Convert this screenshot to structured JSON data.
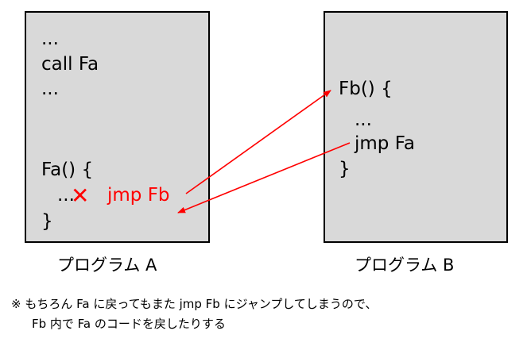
{
  "program_a": {
    "caption": "プログラム A",
    "lines": [
      "...",
      "call Fa",
      "...",
      "Fa() {",
      "...",
      "}"
    ],
    "jmp_label": "jmp Fb",
    "cross_symbol": "✕"
  },
  "program_b": {
    "caption": "プログラム B",
    "lines": [
      "Fb() {",
      "...",
      "jmp Fa",
      "}"
    ]
  },
  "note": {
    "line1": "※ もちろん Fa に戻ってもまた jmp Fb にジャンプしてしまうので、",
    "line2": "Fb 内で Fa のコードを戻したりする"
  },
  "colors": {
    "box_fill": "#d9d9d9",
    "accent": "#ff0000"
  }
}
